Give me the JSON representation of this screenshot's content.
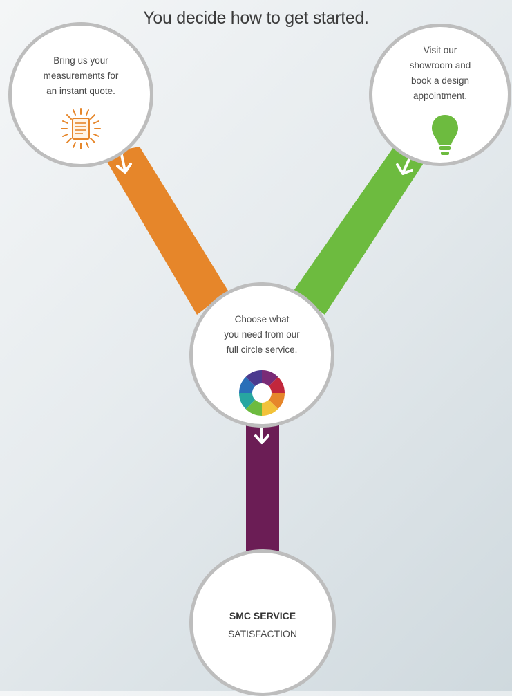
{
  "title": "You decide how to get started.",
  "steps": {
    "measure": {
      "lines": [
        "Bring us your",
        "measurements for",
        "an instant quote."
      ],
      "icon": "quote-document-sunburst-icon"
    },
    "visit": {
      "lines": [
        "Visit our",
        "showroom and",
        "book a design",
        "appointment."
      ],
      "icon": "lightbulb-icon"
    },
    "choose": {
      "lines": [
        "Choose what",
        "you need from our",
        "full circle service."
      ],
      "icon": "color-wheel-icon"
    },
    "result": {
      "line1": "SMC SERVICE",
      "line2": "SATISFACTION"
    }
  },
  "colors": {
    "orange": "#e6862a",
    "green": "#6dbb3f",
    "purple": "#6b1d55",
    "circle_border": "#bdbdbd",
    "arrow": "#ffffff"
  }
}
